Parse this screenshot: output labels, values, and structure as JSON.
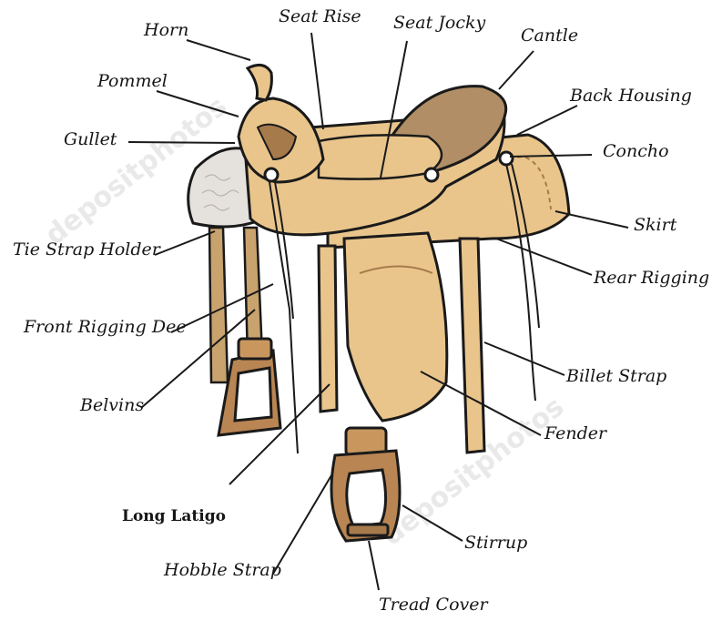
{
  "diagram": {
    "labels": {
      "horn": "Horn",
      "seat_rise": "Seat Rise",
      "seat_jocky": "Seat Jocky",
      "cantle": "Cantle",
      "pommel": "Pommel",
      "back_housing": "Back Housing",
      "gullet": "Gullet",
      "concho": "Concho",
      "skirt": "Skirt",
      "tie_strap_holder": "Tie Strap Holder",
      "rear_rigging": "Rear Rigging",
      "front_rigging_dee": "Front Rigging Dee",
      "billet_strap": "Billet Strap",
      "belvins": "Belvins",
      "fender": "Fender",
      "long_latigo": "Long Latigo",
      "stirrup": "Stirrup",
      "hobble_strap": "Hobble Strap",
      "tread_cover": "Tread Cover"
    },
    "watermark": "depositphotos",
    "colors": {
      "leather": "#E9C58C",
      "leather_dark": "#A77A4C",
      "seat": "#B18E66",
      "fleece": "#E5E2DD",
      "outline": "#1A1A1A",
      "text": "#161616"
    }
  }
}
